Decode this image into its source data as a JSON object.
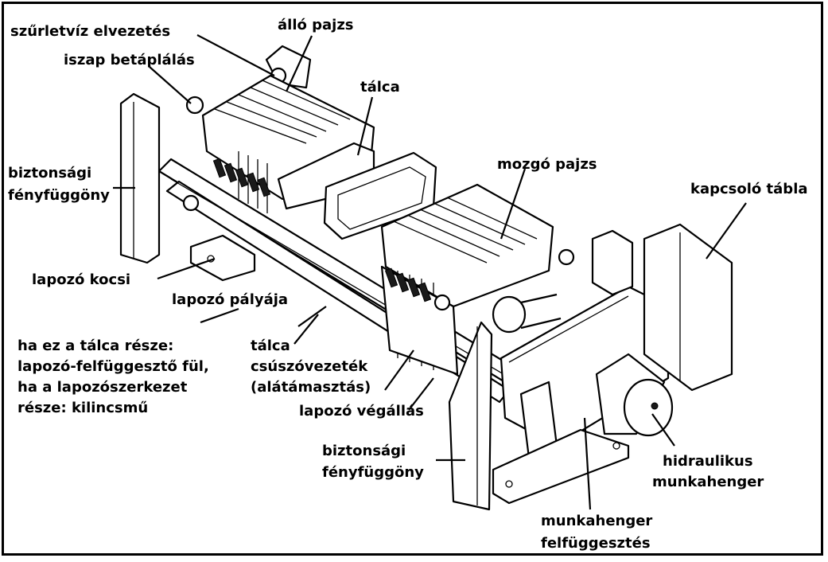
{
  "labels": {
    "szurletviz": "szűrletvíz elvezetés",
    "allo_pajzs": "álló pajzs",
    "iszap": "iszap betáplálás",
    "talca": "tálca",
    "biztonsagi_1a": "biztonsági",
    "biztonsagi_1b": "fényfüggöny",
    "mozgo_pajzs": "mozgó pajzs",
    "kapcsolo": "kapcsoló tábla",
    "lapozo_kocsi": "lapozó kocsi",
    "lapozo_palyaja": "lapozó pályája",
    "ha1": "ha ez a tálca része:",
    "ha2": "lapozó-felfüggesztő fül,",
    "ha3": "ha a lapozószerkezet",
    "ha4": "része: kilincsmű",
    "tcs1": "tálca",
    "tcs2": "csúszóvezeték",
    "tcs3": "(alátámasztás)",
    "vegallas": "lapozó végállás",
    "biztonsagi_2a": "biztonsági",
    "biztonsagi_2b": "fényfüggöny",
    "hidr1": "hidraulikus",
    "hidr2": "munkahenger",
    "mh1": "munkahenger",
    "mh2": "felfüggesztés"
  }
}
